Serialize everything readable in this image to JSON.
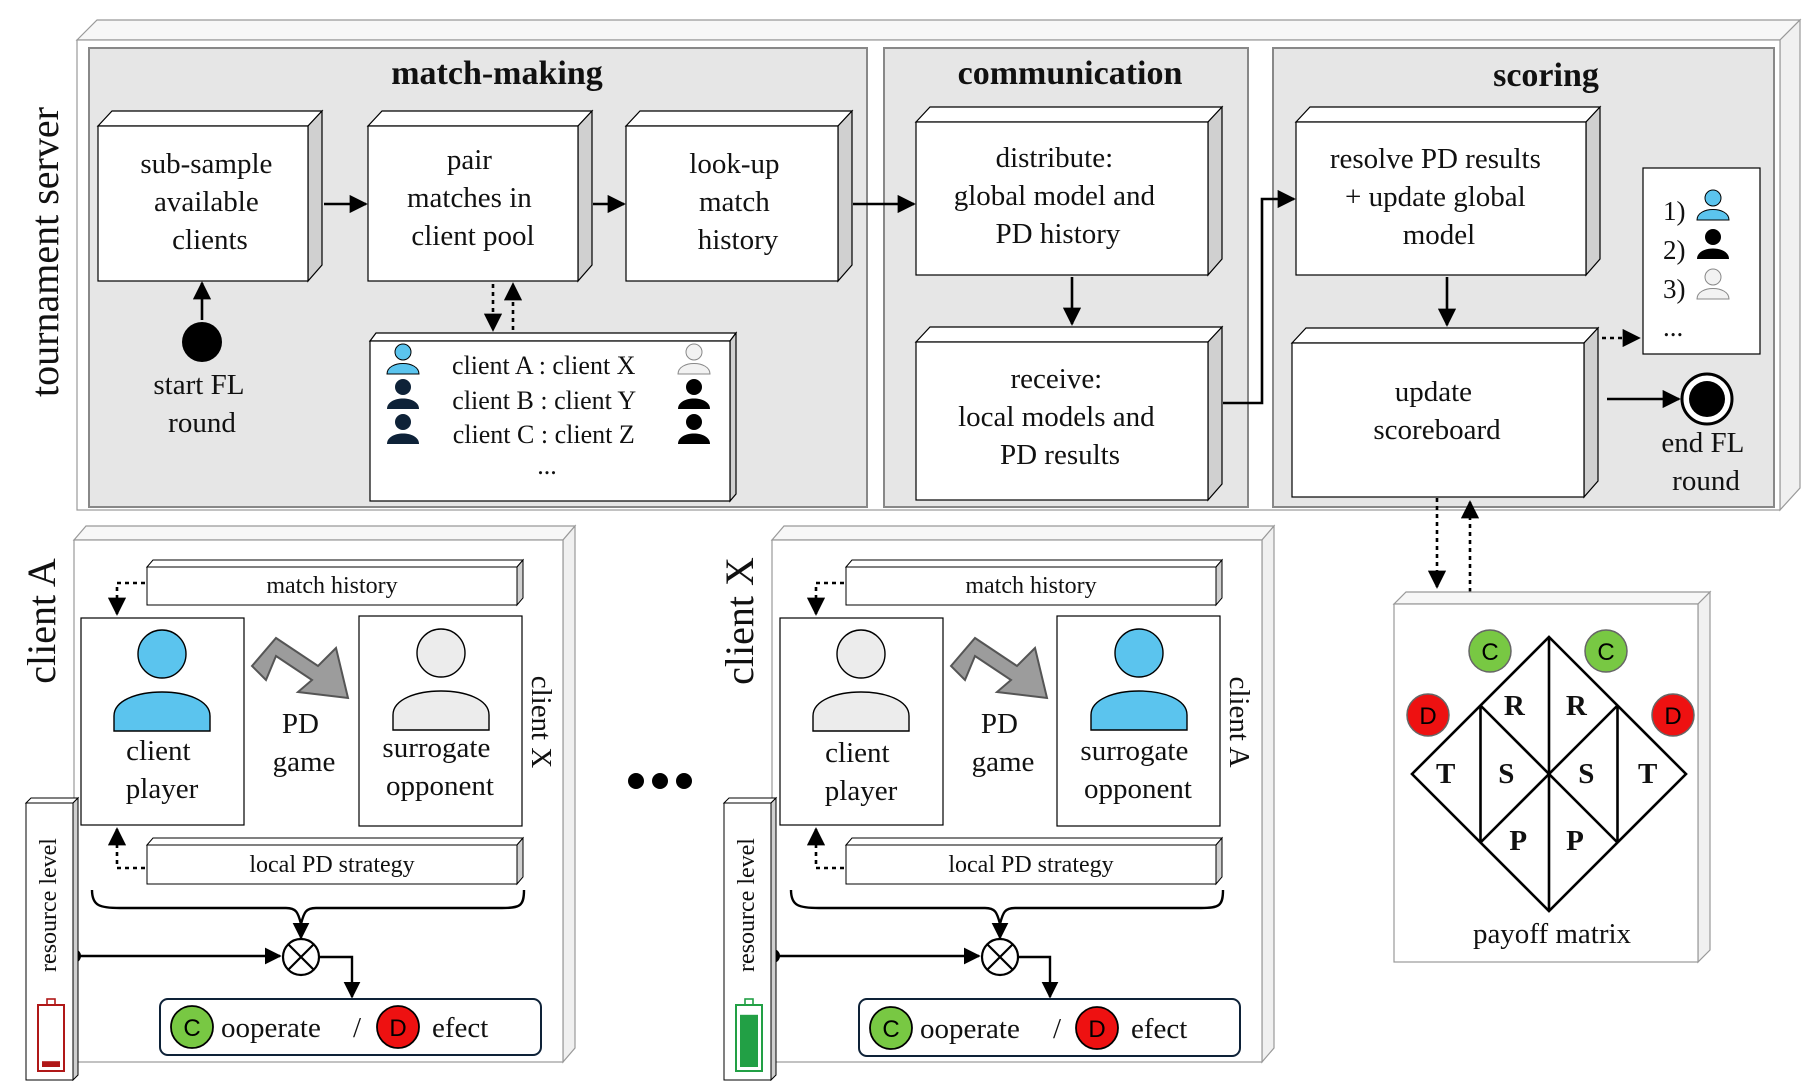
{
  "server": {
    "title": "tournament server",
    "sections": {
      "matchmaking": "match-making",
      "communication": "communication",
      "scoring": "scoring"
    },
    "boxes": {
      "subsample": [
        "sub-sample",
        "available",
        "clients"
      ],
      "pair": [
        "pair",
        "matches in",
        "client pool"
      ],
      "lookup": [
        "look-up",
        "match",
        "history"
      ],
      "distribute": [
        "distribute:",
        "global model and",
        "PD history"
      ],
      "receive": [
        "receive:",
        "local models and",
        "PD results"
      ],
      "resolve": [
        "resolve PD results",
        "+ update global",
        "model"
      ],
      "scoreboard": [
        "update",
        "scoreboard"
      ]
    },
    "start": [
      "start FL",
      "round"
    ],
    "end": [
      "end FL",
      "round"
    ],
    "pool": [
      "client A : client X",
      "client B : client Y",
      "client C : client Z",
      "..."
    ],
    "ranking": [
      "1)",
      "2)",
      "3)",
      "..."
    ]
  },
  "clients": [
    {
      "title": "client A",
      "match_history": "match history",
      "local_strategy": "local PD strategy",
      "player": [
        "client",
        "player"
      ],
      "game": [
        "PD",
        "game"
      ],
      "opponent": [
        "surrogate",
        "opponent"
      ],
      "opponent_side": "client X",
      "resource": "resource level",
      "cooperate": "ooperate",
      "defect": "efect",
      "slash": "/",
      "battery_level": 0.1,
      "player_color": "#5bc4ee",
      "opponent_color": "#ececec"
    },
    {
      "title": "client X",
      "match_history": "match history",
      "local_strategy": "local PD strategy",
      "player": [
        "client",
        "player"
      ],
      "game": [
        "PD",
        "game"
      ],
      "opponent": [
        "surrogate",
        "opponent"
      ],
      "opponent_side": "client A",
      "resource": "resource level",
      "cooperate": "ooperate",
      "defect": "efect",
      "slash": "/",
      "battery_level": 0.9,
      "player_color": "#ececec",
      "opponent_color": "#5bc4ee"
    }
  ],
  "payoff": {
    "label": "payoff matrix",
    "cells": [
      "R",
      "R",
      "T",
      "S",
      "S",
      "T",
      "P",
      "P"
    ],
    "c_badge": "C",
    "d_badge": "D"
  },
  "colors": {
    "panel": "#e6e6e6",
    "blue": "#5bc4ee",
    "navy": "#0e2238",
    "green": "#78c843",
    "red": "#ee1111",
    "battery_red": "#b01818",
    "battery_green": "#22a045"
  }
}
